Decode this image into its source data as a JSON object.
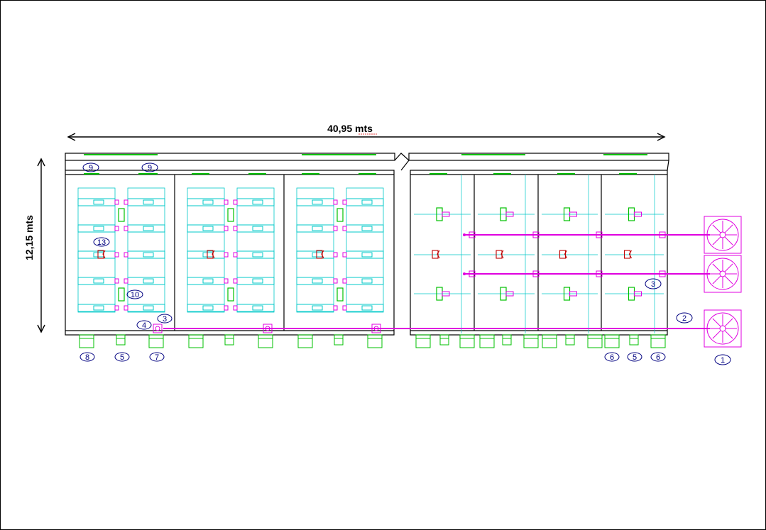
{
  "dimensions": {
    "width_label": "40,95 mts",
    "height_label": "12,15 mts"
  },
  "markers": {
    "m1": "1",
    "m2": "2",
    "m3a": "3",
    "m3b": "3",
    "m4": "4",
    "m5a": "5",
    "m5b": "5",
    "m6a": "6",
    "m6b": "6",
    "m7": "7",
    "m8": "8",
    "m9a": "9",
    "m9b": "9",
    "m10": "10",
    "m13": "13"
  },
  "colors": {
    "wall": "#000000",
    "bed": "#00c8c8",
    "equipment": "#00c000",
    "duct": "#e000e0",
    "marker": "#000080",
    "unit": "#c00000"
  }
}
